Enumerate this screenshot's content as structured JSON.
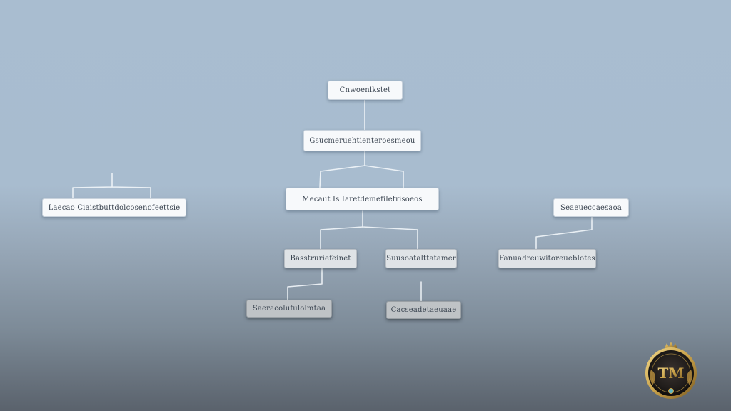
{
  "diagram": {
    "nodes": [
      {
        "id": "n1",
        "label": "Cnwoenlkstet"
      },
      {
        "id": "n2",
        "label": "Gsucmeruehtienteroesmeou"
      },
      {
        "id": "n3",
        "label": "Mecaut Is Iaretdemefiletrisoeos"
      },
      {
        "id": "n4",
        "label": "Laecao Ciaistbuttdolcosenofeettsie"
      },
      {
        "id": "n5",
        "label": "Seaeueccaesaoa"
      },
      {
        "id": "n6",
        "label": "Basstruriefeinet"
      },
      {
        "id": "n7",
        "label": "Suusoatalttatamer"
      },
      {
        "id": "n8",
        "label": "Fanuadreuwitoreueblotes"
      },
      {
        "id": "n9",
        "label": "Saeracolufulolmtaa"
      },
      {
        "id": "n10",
        "label": "Cacseadetaeuaae"
      }
    ]
  },
  "logo": {
    "text": "TM"
  },
  "colors": {
    "connector": "#f2f6fa",
    "node_light": "#f7f9fb",
    "node_dark": "#bfc3c6",
    "logo_gold": "#c9a24a"
  }
}
